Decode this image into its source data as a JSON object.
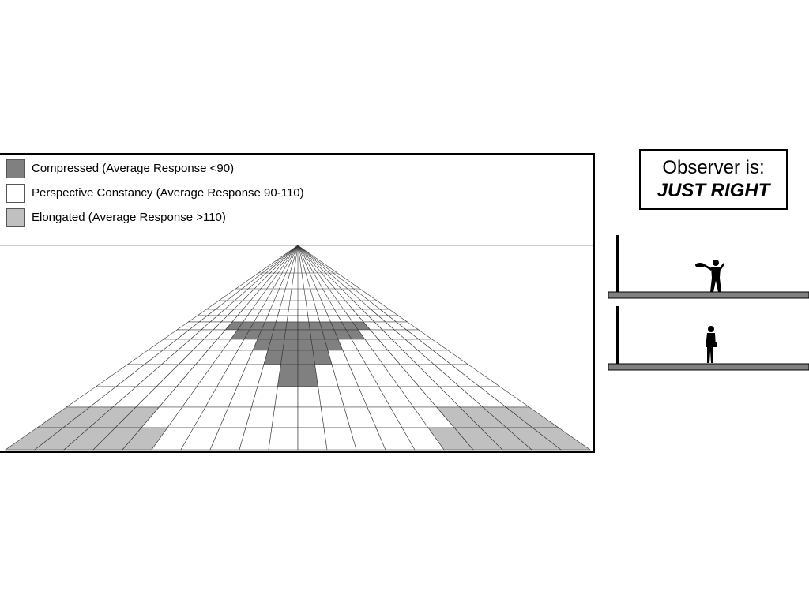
{
  "legend": {
    "items": [
      {
        "label": "Compressed (Average Response <90)",
        "color": "#808080"
      },
      {
        "label": "Perspective Constancy (Average Response 90-110)",
        "color": "#ffffff"
      },
      {
        "label": "Elongated (Average Response >110)",
        "color": "#c0c0c0"
      }
    ]
  },
  "observer": {
    "heading": "Observer is:",
    "state": "JUST RIGHT"
  },
  "grid": {
    "columns": 20,
    "rows": 10,
    "colors": {
      "compressed": "#808080",
      "constancy": "#ffffff",
      "elongated": "#c0c0c0",
      "line": "#333333",
      "horizon": "#999999",
      "shelf": "#808080",
      "figure": "#000000"
    },
    "compressed_cells": {
      "2": [
        4,
        5,
        6,
        7,
        8,
        9,
        10,
        11,
        12,
        13,
        14,
        15
      ],
      "3": [
        5,
        6,
        7,
        8,
        9,
        10,
        11,
        12,
        13,
        14
      ],
      "4": [
        7,
        8,
        9,
        10,
        11,
        12
      ],
      "5": [
        8,
        9,
        10,
        11
      ],
      "6": [
        9,
        10
      ]
    },
    "elongated_cells": {
      "8": [
        0,
        1,
        2,
        3,
        16,
        17,
        18,
        19
      ],
      "9": [
        0,
        1,
        2,
        3,
        4,
        15,
        16,
        17,
        18,
        19
      ]
    }
  }
}
